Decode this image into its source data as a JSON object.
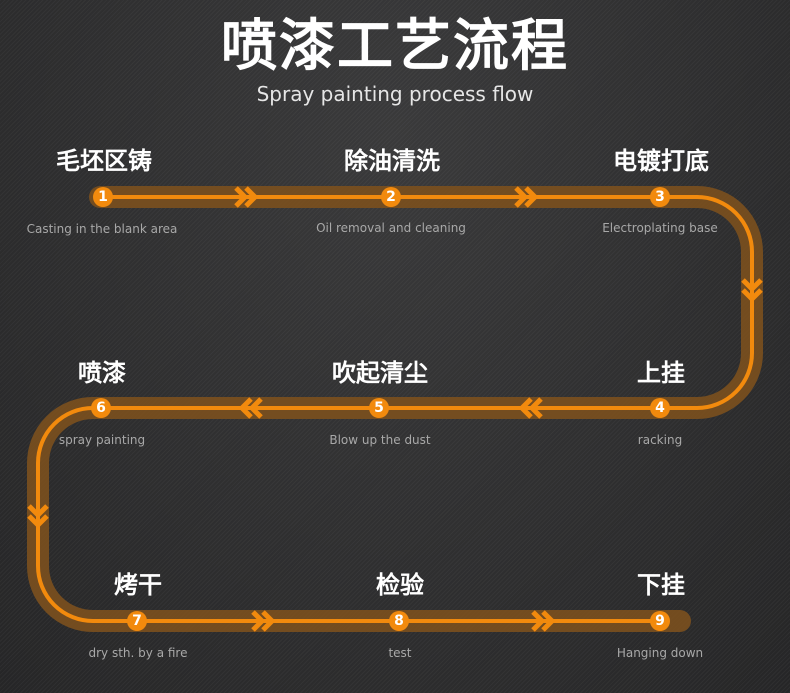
{
  "header": {
    "title": "喷漆工艺流程",
    "subtitle": "Spray painting process flow"
  },
  "colors": {
    "background": "#2f2f30",
    "track_band": "#7a4f1e",
    "track_line": "#f28a0d",
    "badge": "#f28a0d",
    "title_text": "#ffffff",
    "caption_text": "#a8a8a8"
  },
  "steps": [
    {
      "number": "1",
      "cn": "毛坯区铸",
      "en": "Casting in the blank area"
    },
    {
      "number": "2",
      "cn": "除油清洗",
      "en": "Oil removal and cleaning"
    },
    {
      "number": "3",
      "cn": "电镀打底",
      "en": "Electroplating base"
    },
    {
      "number": "4",
      "cn": "上挂",
      "en": "racking"
    },
    {
      "number": "5",
      "cn": "吹起清尘",
      "en": "Blow up the dust"
    },
    {
      "number": "6",
      "cn": "喷漆",
      "en": "spray painting"
    },
    {
      "number": "7",
      "cn": "烤干",
      "en": "dry sth. by a fire"
    },
    {
      "number": "8",
      "cn": "检验",
      "en": "test"
    },
    {
      "number": "9",
      "cn": "下挂",
      "en": "Hanging down"
    }
  ],
  "flow_icons": {
    "arrow": "double-chevron-icon"
  }
}
